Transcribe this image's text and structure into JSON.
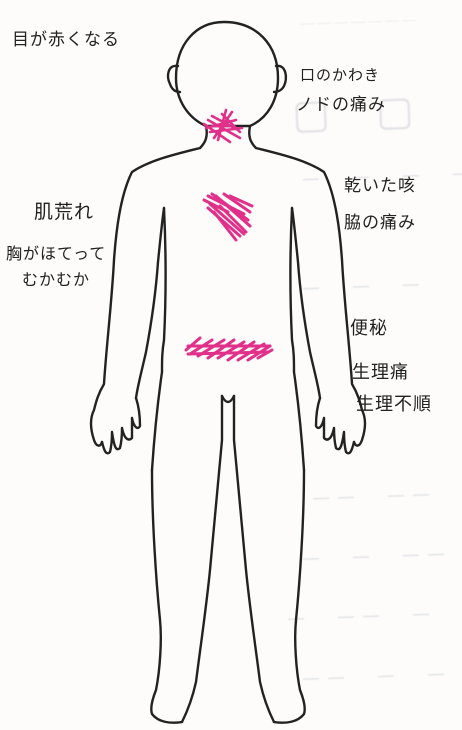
{
  "symptoms": {
    "eyes_red": "目が赤くなる",
    "dry_mouth": "口のかわき",
    "sore_throat": "ノドの痛み",
    "dry_cough": "乾いた咳",
    "rib_pain": "脇の痛み",
    "rough_skin": "肌荒れ",
    "heartburn_line1": "胸がほてって",
    "heartburn_line2": "むかむか",
    "constipation": "便秘",
    "period_pain": "生理痛",
    "irregular_period": "生理不順"
  },
  "colors": {
    "ink": "#222222",
    "highlight": "#e0308a",
    "ghost_text": "#e3e3e6"
  },
  "marker_names": [
    "throat-scribble",
    "chest-hatch",
    "abdomen-band"
  ]
}
